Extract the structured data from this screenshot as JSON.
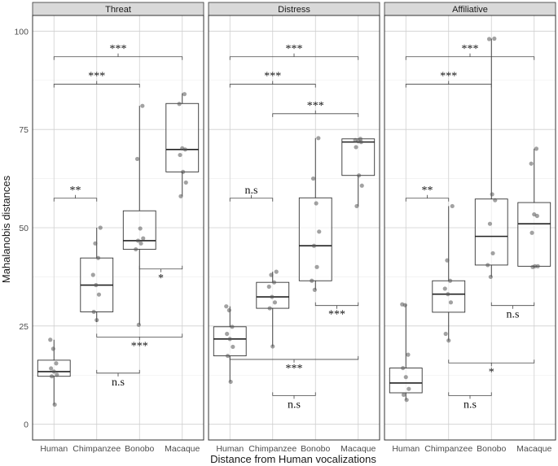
{
  "chart_data": {
    "type": "boxplot",
    "xlabel": "Distance from Human vocalizations",
    "ylabel": "Mahalanobis distances",
    "ylim": [
      -4,
      104
    ],
    "yticks": [
      0,
      25,
      50,
      75,
      100
    ],
    "categories": [
      "Human",
      "Chimpanzee",
      "Bonobo",
      "Macaque"
    ],
    "panels": [
      {
        "title": "Threat",
        "boxes": [
          {
            "category": "Human",
            "q1": 12.2,
            "median": 13.4,
            "q3": 16.3,
            "whisker_low": 5,
            "whisker_high": 21.5
          },
          {
            "category": "Chimpanzee",
            "q1": 28.6,
            "median": 35.4,
            "q3": 42.3,
            "whisker_low": 26,
            "whisker_high": 50
          },
          {
            "category": "Bonobo",
            "q1": 44.5,
            "median": 46.7,
            "q3": 54.3,
            "whisker_low": 25.3,
            "whisker_high": 81
          },
          {
            "category": "Macaque",
            "q1": 64.2,
            "median": 69.9,
            "q3": 81.6,
            "whisker_low": 58,
            "whisker_high": 84.2
          }
        ],
        "points": [
          [
            0,
            21.5
          ],
          [
            0,
            19.2
          ],
          [
            0,
            15.5
          ],
          [
            0,
            14.2
          ],
          [
            0,
            13.4
          ],
          [
            0,
            12.6
          ],
          [
            0,
            12.2
          ],
          [
            0,
            5
          ],
          [
            1,
            50
          ],
          [
            1,
            46
          ],
          [
            1,
            42.3
          ],
          [
            1,
            38
          ],
          [
            1,
            35.4
          ],
          [
            1,
            33
          ],
          [
            1,
            28.6
          ],
          [
            1,
            26.5
          ],
          [
            2,
            81
          ],
          [
            2,
            67.5
          ],
          [
            2,
            49.8
          ],
          [
            2,
            47.3
          ],
          [
            2,
            46.7
          ],
          [
            2,
            46
          ],
          [
            2,
            44.5
          ],
          [
            2,
            25.3
          ],
          [
            3,
            84
          ],
          [
            3,
            81.5
          ],
          [
            3,
            70.2
          ],
          [
            3,
            69.9
          ],
          [
            3,
            68.5
          ],
          [
            3,
            64.2
          ],
          [
            3,
            61.5
          ],
          [
            3,
            58
          ]
        ],
        "comparisons": [
          {
            "from": 0,
            "to": 3,
            "y": 93.5,
            "label": "***",
            "side": "above"
          },
          {
            "from": 0,
            "to": 2,
            "y": 86.5,
            "label": "***",
            "side": "above"
          },
          {
            "from": 0,
            "to": 1,
            "y": 57.5,
            "label": "**",
            "side": "above"
          },
          {
            "from": 2,
            "to": 3,
            "y": 39.5,
            "label": "*",
            "side": "below"
          },
          {
            "from": 1,
            "to": 3,
            "y": 22.2,
            "label": "***",
            "side": "below"
          },
          {
            "from": 1,
            "to": 2,
            "y": 13,
            "label": "n.s",
            "side": "below"
          }
        ]
      },
      {
        "title": "Distress",
        "boxes": [
          {
            "category": "Human",
            "q1": 17.4,
            "median": 21.7,
            "q3": 24.8,
            "whisker_low": 10.8,
            "whisker_high": 30
          },
          {
            "category": "Chimpanzee",
            "q1": 29.5,
            "median": 32.4,
            "q3": 36.1,
            "whisker_low": 19.8,
            "whisker_high": 38.8
          },
          {
            "category": "Bonobo",
            "q1": 36.5,
            "median": 45.4,
            "q3": 57.6,
            "whisker_low": 34.2,
            "whisker_high": 72.8
          },
          {
            "category": "Macaque",
            "q1": 63.3,
            "median": 71.8,
            "q3": 72.6,
            "whisker_low": 55.5,
            "whisker_high": 72.6
          }
        ],
        "points": [
          [
            0,
            30
          ],
          [
            0,
            29
          ],
          [
            0,
            24.8
          ],
          [
            0,
            23
          ],
          [
            0,
            21.7
          ],
          [
            0,
            19.7
          ],
          [
            0,
            17.4
          ],
          [
            0,
            10.8
          ],
          [
            1,
            38.8
          ],
          [
            1,
            38
          ],
          [
            1,
            36.1
          ],
          [
            1,
            35
          ],
          [
            1,
            32.4
          ],
          [
            1,
            31
          ],
          [
            1,
            29.5
          ],
          [
            1,
            19.8
          ],
          [
            2,
            72.8
          ],
          [
            2,
            62.5
          ],
          [
            2,
            56.2
          ],
          [
            2,
            49
          ],
          [
            2,
            45.4
          ],
          [
            2,
            40
          ],
          [
            2,
            36.5
          ],
          [
            2,
            34.2
          ],
          [
            3,
            72.6
          ],
          [
            3,
            72.3
          ],
          [
            3,
            72
          ],
          [
            3,
            71.8
          ],
          [
            3,
            70.5
          ],
          [
            3,
            63.3
          ],
          [
            3,
            60.7
          ],
          [
            3,
            55.5
          ]
        ],
        "comparisons": [
          {
            "from": 0,
            "to": 3,
            "y": 93.5,
            "label": "***",
            "side": "above"
          },
          {
            "from": 0,
            "to": 2,
            "y": 86.5,
            "label": "***",
            "side": "above"
          },
          {
            "from": 1,
            "to": 3,
            "y": 79,
            "label": "***",
            "side": "above"
          },
          {
            "from": 0,
            "to": 1,
            "y": 57.5,
            "label": "n.s",
            "side": "above"
          },
          {
            "from": 2,
            "to": 3,
            "y": 30.2,
            "label": "***",
            "side": "below"
          },
          {
            "from": 0,
            "to": 3,
            "y": 16.5,
            "label": "***",
            "side": "below"
          },
          {
            "from": 1,
            "to": 2,
            "y": 7.3,
            "label": "n.s",
            "side": "below"
          }
        ]
      },
      {
        "title": "Affiliative",
        "boxes": [
          {
            "category": "Human",
            "q1": 8,
            "median": 10.5,
            "q3": 14.3,
            "whisker_low": 6.2,
            "whisker_high": 30.5
          },
          {
            "category": "Chimpanzee",
            "q1": 28.5,
            "median": 33.1,
            "q3": 36.5,
            "whisker_low": 21.3,
            "whisker_high": 55.5
          },
          {
            "category": "Bonobo",
            "q1": 40.5,
            "median": 47.8,
            "q3": 57.3,
            "whisker_low": 37.5,
            "whisker_high": 98.1
          },
          {
            "category": "Macaque",
            "q1": 40.2,
            "median": 51,
            "q3": 56.4,
            "whisker_low": 40.2,
            "whisker_high": 70.1
          }
        ],
        "points": [
          [
            0,
            30.5
          ],
          [
            0,
            30.3
          ],
          [
            0,
            17.7
          ],
          [
            0,
            14.3
          ],
          [
            0,
            12
          ],
          [
            0,
            9
          ],
          [
            0,
            7.5
          ],
          [
            0,
            6.2
          ],
          [
            1,
            55.5
          ],
          [
            1,
            41.7
          ],
          [
            1,
            36.5
          ],
          [
            1,
            34.5
          ],
          [
            1,
            33.1
          ],
          [
            1,
            31
          ],
          [
            1,
            23
          ],
          [
            1,
            21.3
          ],
          [
            2,
            98.1
          ],
          [
            2,
            98
          ],
          [
            2,
            58.5
          ],
          [
            2,
            57
          ],
          [
            2,
            51
          ],
          [
            2,
            43.5
          ],
          [
            2,
            40.5
          ],
          [
            2,
            37.5
          ],
          [
            3,
            70.1
          ],
          [
            3,
            66.3
          ],
          [
            3,
            53.4
          ],
          [
            3,
            53
          ],
          [
            3,
            48.7
          ],
          [
            3,
            40.2
          ],
          [
            3,
            40.2
          ],
          [
            3,
            40
          ]
        ],
        "comparisons": [
          {
            "from": 0,
            "to": 3,
            "y": 93.5,
            "label": "***",
            "side": "above"
          },
          {
            "from": 0,
            "to": 2,
            "y": 86.5,
            "label": "***",
            "side": "above"
          },
          {
            "from": 0,
            "to": 1,
            "y": 57.5,
            "label": "**",
            "side": "above"
          },
          {
            "from": 2,
            "to": 3,
            "y": 30.2,
            "label": "n.s",
            "side": "below"
          },
          {
            "from": 1,
            "to": 3,
            "y": 15.6,
            "label": "*",
            "side": "below"
          },
          {
            "from": 1,
            "to": 2,
            "y": 7.3,
            "label": "n.s",
            "side": "below"
          }
        ]
      }
    ]
  }
}
